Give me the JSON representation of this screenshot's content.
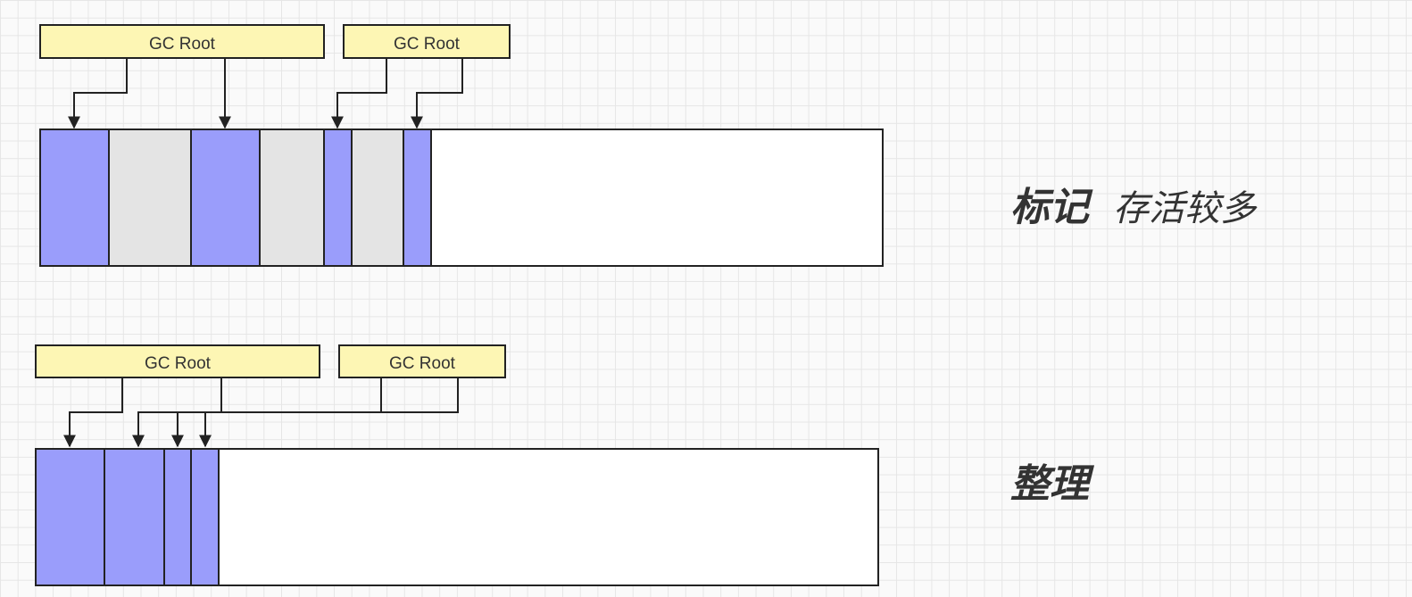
{
  "colors": {
    "alive": "#9a9dfb",
    "garbage": "#e4e4e4",
    "free": "#ffffff",
    "root_fill": "#fdf6b4",
    "line": "#222222"
  },
  "panels": [
    {
      "roots": [
        {
          "label": "GC Root"
        },
        {
          "label": "GC Root"
        }
      ],
      "cells": [
        {
          "state": "alive"
        },
        {
          "state": "garbage"
        },
        {
          "state": "alive"
        },
        {
          "state": "garbage"
        },
        {
          "state": "alive"
        },
        {
          "state": "garbage"
        },
        {
          "state": "alive"
        },
        {
          "state": "free"
        }
      ],
      "caption": {
        "bold": "标记",
        "light": "存活较多"
      }
    },
    {
      "roots": [
        {
          "label": "GC Root"
        },
        {
          "label": "GC Root"
        }
      ],
      "cells": [
        {
          "state": "alive"
        },
        {
          "state": "alive"
        },
        {
          "state": "alive"
        },
        {
          "state": "alive"
        },
        {
          "state": "free"
        }
      ],
      "caption": {
        "bold": "整理",
        "light": ""
      }
    }
  ]
}
